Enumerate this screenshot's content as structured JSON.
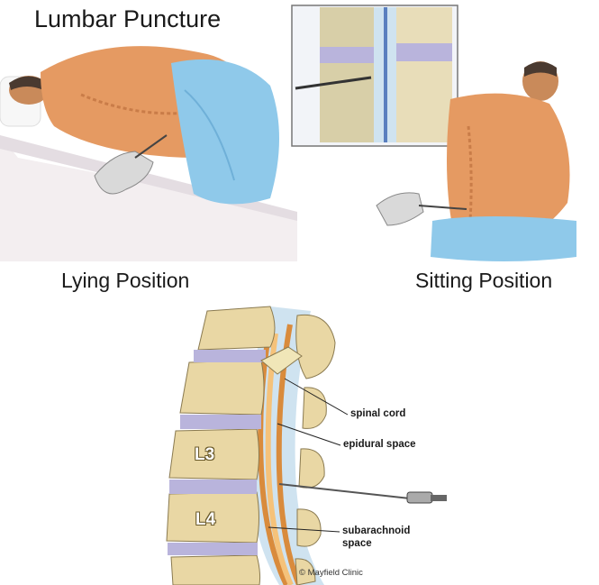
{
  "title": "Lumbar Puncture",
  "positions": {
    "lying": "Lying Position",
    "sitting": "Sitting Position"
  },
  "anatomy": {
    "spinal_cord": "spinal cord",
    "epidural_space": "epidural space",
    "subarachnoid_line1": "subarachnoid",
    "subarachnoid_line2": "space",
    "vertebra_upper": "L3",
    "vertebra_lower": "L4"
  },
  "credit": "© Mayfield Clinic",
  "colors": {
    "skin": "#e8a06a",
    "drape": "#8fc9ea",
    "bone": "#e9d7a4",
    "disc": "#b9b4dc",
    "csf_space": "#cfe3f0",
    "cord": "#d98b3c"
  }
}
